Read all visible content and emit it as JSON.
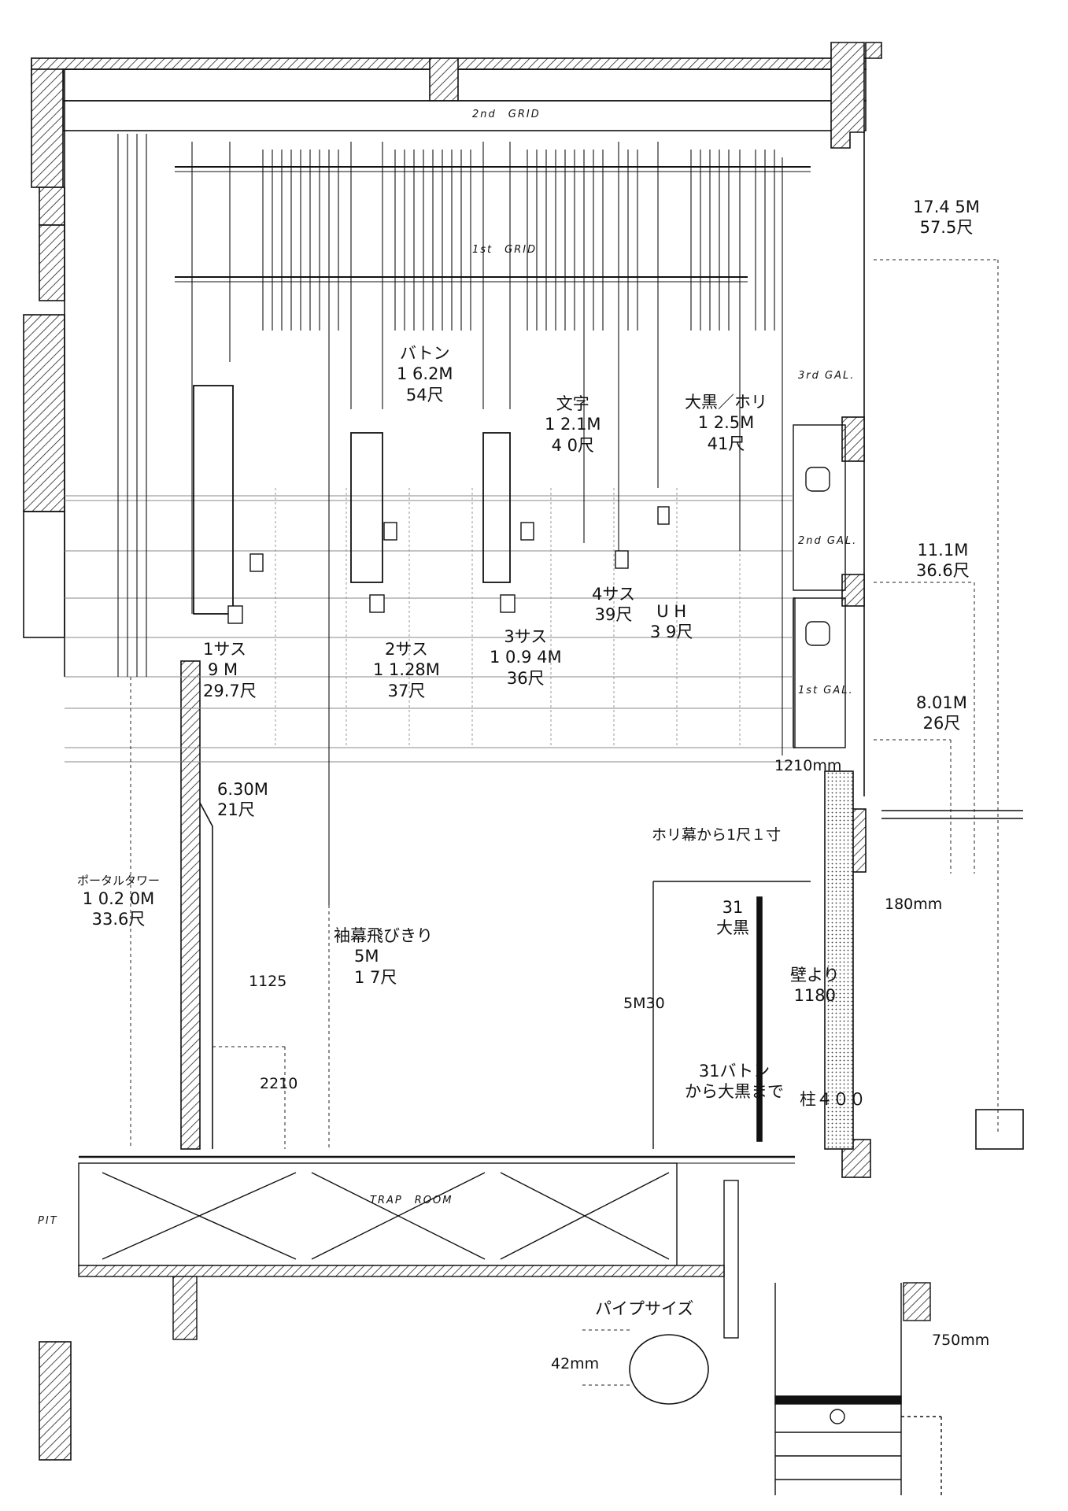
{
  "levels": {
    "grid2": "2nd　GRID",
    "grid1": "1st　GRID",
    "gal3": "3rd GAL.",
    "gal2": "2nd GAL.",
    "gal1": "1st GAL.",
    "trap_room": "TRAP　ROOM",
    "pit": "PIT"
  },
  "heights": {
    "top": [
      "17.4 5M",
      "57.5尺"
    ],
    "gal2": [
      "11.1M",
      "36.6尺"
    ],
    "gal1": [
      "8.01M",
      "26尺"
    ]
  },
  "battens": {
    "baton": [
      "バトン",
      "1 6.2M",
      "54尺"
    ],
    "moji": [
      "文字",
      "1 2.1M",
      "4 0尺"
    ],
    "ooguro": [
      "大黒／ホリ",
      "1 2.5M",
      "41尺"
    ]
  },
  "sus": {
    "sus1": [
      "1サス",
      "9 M",
      "29.7尺"
    ],
    "sus2": [
      "2サス",
      "1 1.28M",
      "37尺"
    ],
    "sus3": [
      "3サス",
      "1 0.9 4M",
      "36尺"
    ],
    "sus4": [
      "4サス",
      "39尺"
    ],
    "uh": [
      "U H",
      "3 9尺"
    ]
  },
  "proscenium": [
    "6.30M",
    "21尺"
  ],
  "portal_tower": [
    "ポータルタワー",
    "1 0.2 0M",
    "33.6尺"
  ],
  "sode_maku": [
    "袖幕飛びきり",
    "5M",
    "1 7尺"
  ],
  "dims": {
    "d1125": "1125",
    "d2210": "2210",
    "d5m30": "5M30",
    "d1210": "1210mm",
    "d180": "180mm",
    "d750": "750mm",
    "d42": "42mm"
  },
  "notes": {
    "hori": "ホリ幕から1尺１寸",
    "b31": [
      "31",
      "大黒"
    ],
    "wall": [
      "壁より",
      "1180"
    ],
    "b31_to": [
      "31バトン",
      "から大黒まで"
    ],
    "pillar": "柱４００",
    "pipe": "パイプサイズ"
  }
}
